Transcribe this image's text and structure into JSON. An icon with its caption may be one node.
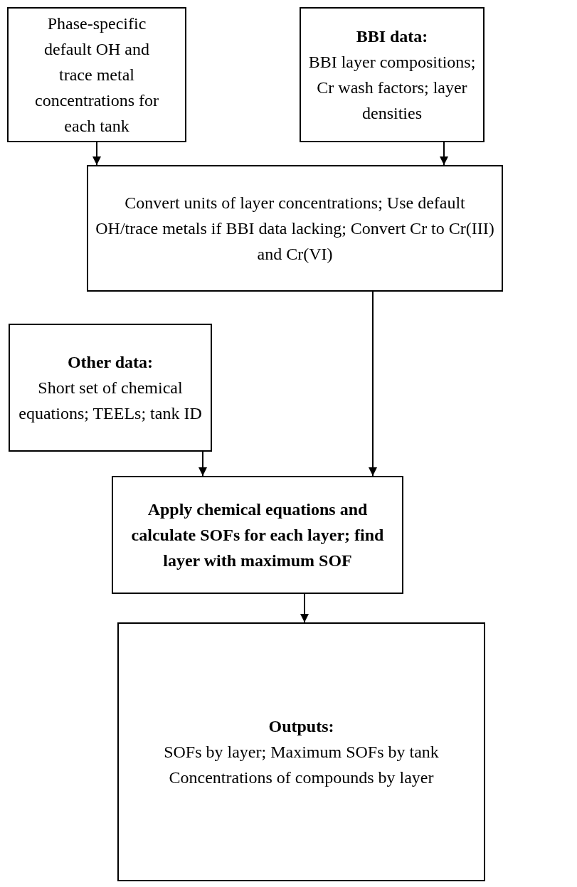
{
  "diagram": {
    "nodes": [
      {
        "text": [
          "Phase-specific default OH and trace metal concentrations for each tank"
        ]
      },
      {
        "text": [
          "BBI data:",
          "BBI layer compositions; Cr wash factors; layer densities"
        ]
      },
      {
        "text": [
          "Convert units of layer concentrations; Use default OH/trace metals if BBI data lacking; Convert Cr to Cr(III) and Cr(VI)"
        ]
      },
      {
        "text": [
          "Other data:",
          "Short set of chemical equations; TEELs; tank ID"
        ]
      },
      {
        "text": [
          "Apply chemical equations and calculate SOFs for each layer; find layer with maximum SOF"
        ]
      },
      {
        "text": [
          "Outputs:",
          "SOFs by layer; Maximum SOFs by tank Concentrations of compounds by layer"
        ]
      }
    ],
    "edges": [
      {
        "from": 0,
        "to": 2,
        "arrow": "to"
      },
      {
        "from": 1,
        "to": 2,
        "arrow": "to"
      },
      {
        "from": 3,
        "to": 4,
        "arrow": "to"
      },
      {
        "from": 2,
        "to": 4,
        "arrow": "to"
      },
      {
        "from": 4,
        "to": 5,
        "arrow": "to"
      }
    ]
  }
}
